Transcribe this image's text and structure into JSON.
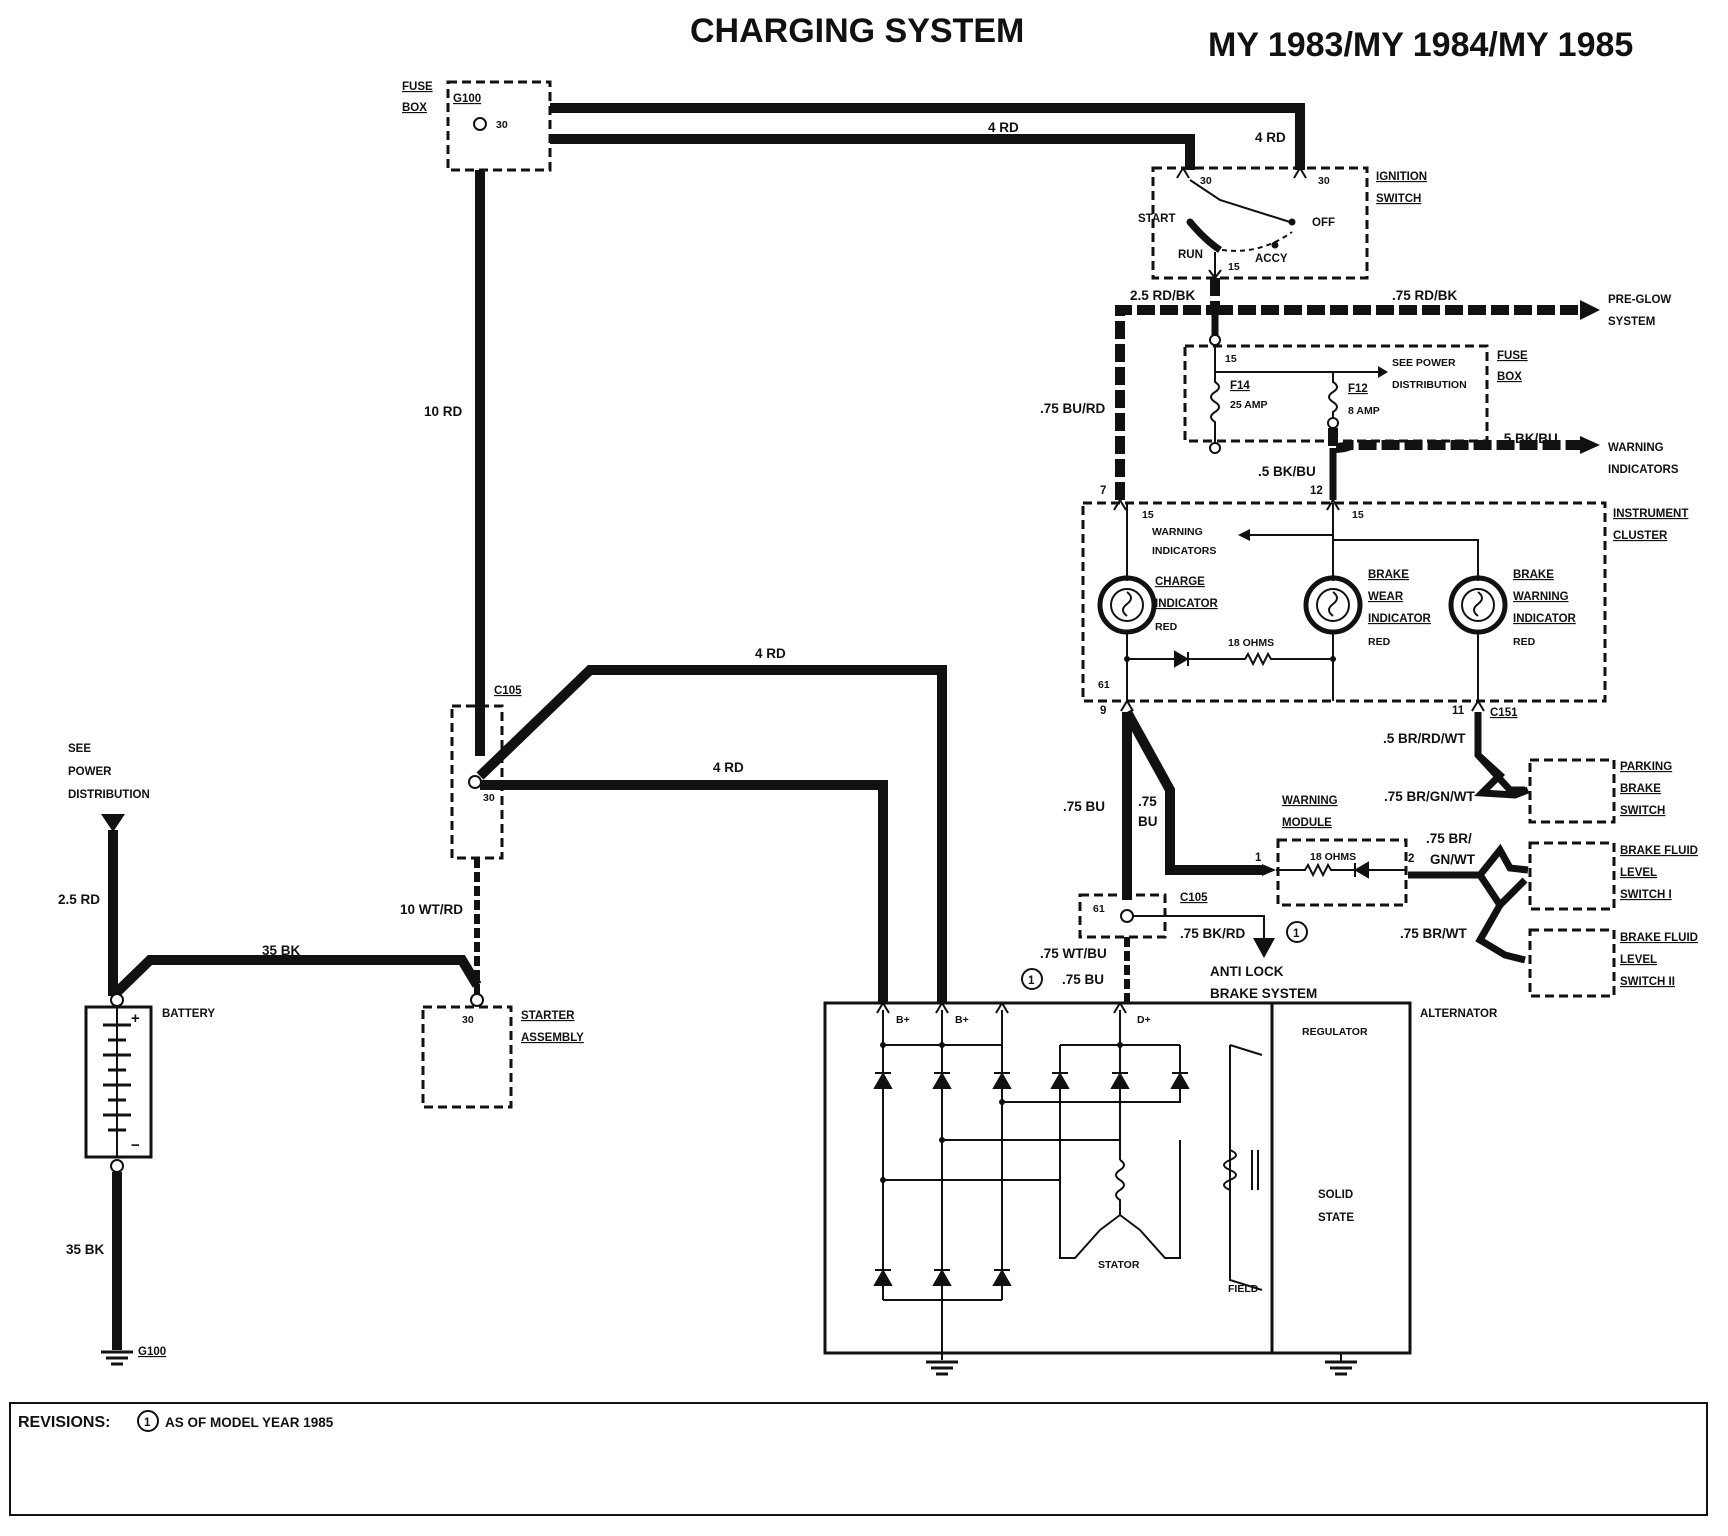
{
  "header": {
    "title": "CHARGING SYSTEM",
    "model_years": "MY 1983/MY 1984/MY 1985"
  },
  "components": {
    "fuse_box_top": {
      "line1": "FUSE",
      "line2": "BOX",
      "connector": "G100",
      "terminal": "30"
    },
    "ignition_switch": {
      "line1": "IGNITION",
      "line2": "SWITCH",
      "t30a": "30",
      "t30b": "30",
      "t15": "15",
      "start": "START",
      "off": "OFF",
      "run": "RUN",
      "accy": "ACCY"
    },
    "fuse_box_mid": {
      "line1": "FUSE",
      "line2": "BOX",
      "t15": "15",
      "f14": "F14",
      "f14_rating": "25 AMP",
      "f12": "F12",
      "f12_rating": "8 AMP",
      "see1": "SEE POWER",
      "see2": "DISTRIBUTION"
    },
    "pre_glow": {
      "line1": "PRE-GLOW",
      "line2": "SYSTEM"
    },
    "warning_indicators_ext": {
      "line1": "WARNING",
      "line2": "INDICATORS"
    },
    "instrument_cluster": {
      "line1": "INSTRUMENT",
      "line2": "CLUSTER",
      "pin7": "7",
      "pin12": "12",
      "t15a": "15",
      "t15b": "15",
      "warn1": "WARNING",
      "warn2": "INDICATORS",
      "charge1": "CHARGE",
      "charge2": "INDICATOR",
      "charge_color": "RED",
      "bw1": "BRAKE",
      "bw2": "WEAR",
      "bw3": "INDICATOR",
      "bw_color": "RED",
      "bwi1": "BRAKE",
      "bwi2": "WARNING",
      "bwi3": "INDICATOR",
      "bwi_color": "RED",
      "ohms": "18 OHMS",
      "t61": "61",
      "pin9": "9",
      "pin11": "11",
      "c151": "C151"
    },
    "see_power": {
      "line1": "SEE",
      "line2": "POWER",
      "line3": "DISTRIBUTION"
    },
    "c105_top": "C105",
    "c105_t30": "30",
    "battery": {
      "label": "BATTERY",
      "plus": "+",
      "minus": "−"
    },
    "starter": {
      "line1": "STARTER",
      "line2": "ASSEMBLY",
      "terminal": "30"
    },
    "ground_battery": "G100",
    "warning_module": {
      "line1": "WARNING",
      "line2": "MODULE",
      "ohms": "18 OHMS",
      "pin1": "1",
      "pin2": "2"
    },
    "parking_brake": {
      "line1": "PARKING",
      "line2": "BRAKE",
      "line3": "SWITCH"
    },
    "brake_fluid_1": {
      "line1": "BRAKE FLUID",
      "line2": "LEVEL",
      "line3": "SWITCH I"
    },
    "brake_fluid_2": {
      "line1": "BRAKE FLUID",
      "line2": "LEVEL",
      "line3": "SWITCH II"
    },
    "c105_lower": {
      "label": "C105",
      "terminal": "61"
    },
    "abs": {
      "line1": "ANTI LOCK",
      "line2": "BRAKE SYSTEM",
      "revision_mark": "1"
    },
    "alternator": {
      "label": "ALTERNATOR",
      "b1": "B+",
      "b2": "B+",
      "d": "D+",
      "regulator": "REGULATOR",
      "solid": "SOLID",
      "state": "STATE",
      "stator": "STATOR",
      "field": "FIELD"
    }
  },
  "wires": {
    "w_4rd_top": "4 RD",
    "w_4rd_right": "4 RD",
    "w_10rd": "10 RD",
    "w_25rdbk": "2.5 RD/BK",
    "w_75rdbk": ".75 RD/BK",
    "w_75burd": ".75 BU/RD",
    "w_5bkbu_a": ".5 BK/BU",
    "w_5bkbu_b": ".5 BK/BU",
    "w_4rd_mid1": "4 RD",
    "w_4rd_mid2": "4 RD",
    "w_25rd": "2.5 RD",
    "w_35bk_top": "35 BK",
    "w_10wtrd": "10 WT/RD",
    "w_35bk_bottom": "35 BK",
    "w_5brrdwt": ".5 BR/RD/WT",
    "w_75brgnwt": ".75 BR/GN/WT",
    "w_75br_a": ".75 BR/",
    "w_gnwt": "GN/WT",
    "w_75brwt": ".75 BR/WT",
    "w_75bu_a": ".75 BU",
    "w_75bu_b": ".75",
    "w_75bu_c": "BU",
    "w_75bkrd": ".75 BK/RD",
    "w_75wtbu": ".75 WT/BU",
    "w_75bu_d": ".75 BU",
    "rev_marker": "1"
  },
  "revisions": {
    "label": "REVISIONS:",
    "marker": "1",
    "text": "AS OF MODEL YEAR 1985"
  }
}
